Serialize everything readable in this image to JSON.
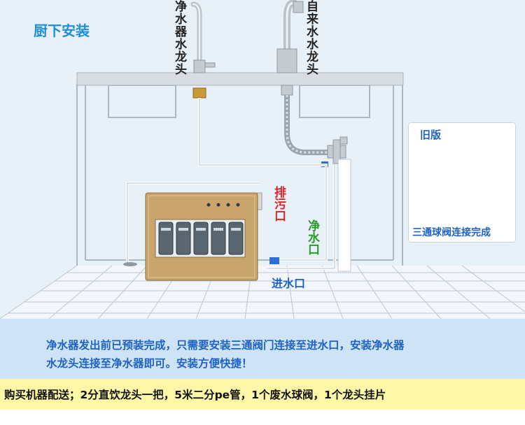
{
  "title": "厨下安装",
  "labels": {
    "purified_faucet": "净水器水龙头",
    "tap_faucet": "自来水水龙头",
    "drain_outlet": "排污口",
    "clean_outlet": "净水口",
    "inlet": "进水口"
  },
  "inset": {
    "title": "旧版",
    "caption": "三通球阀连接完成"
  },
  "description": [
    "净水器发出前已预装完成，只需要安装三通阀门连接至进水口，安装净水器",
    "水龙头连接至净水器即可。安装方便快捷！"
  ],
  "accessories": "购买机器配送；2分直饮龙头一把，5米二分pe管，1个废水球阀，1个龙头挂片",
  "colors": {
    "title": "#1e8fd6",
    "drain": "#d9262b",
    "clean": "#2a9a2a",
    "inlet": "#1e63c4",
    "desc_bg": "#cfe3f6",
    "bottom_bg": "#fff7a8"
  }
}
